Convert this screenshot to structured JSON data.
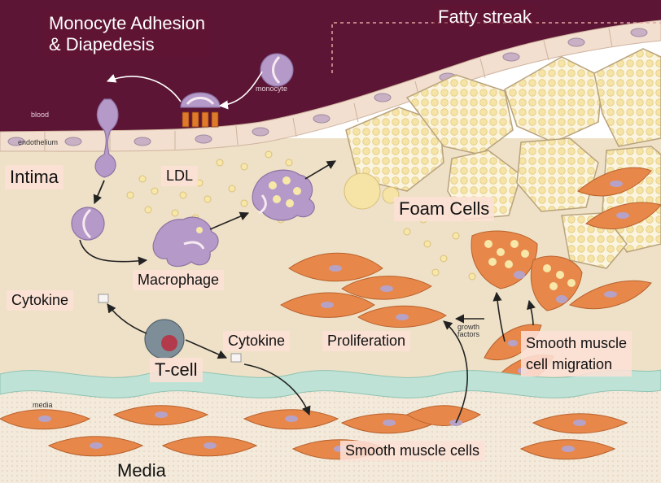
{
  "labels": {
    "monocyte_adhesion_line1": "Monocyte Adhesion",
    "monocyte_adhesion_line2": "& Diapedesis",
    "fatty_streak": "Fatty streak",
    "monocyte": "monocyte",
    "blood": "blood",
    "endothelium": "endothelium",
    "intima": "Intima",
    "ldl": "LDL",
    "foam_cells": "Foam Cells",
    "macrophage": "Macrophage",
    "cytokine_left": "Cytokine",
    "cytokine_right": "Cytokine",
    "t_cell": "T-cell",
    "proliferation": "Proliferation",
    "growth_factors_line1": "growth",
    "growth_factors_line2": "factors",
    "smc_migration_line1": "Smooth muscle",
    "smc_migration_line2": "cell migration",
    "media_small": "media",
    "smooth_muscle_cells": "Smooth muscle cells",
    "media": "Media"
  },
  "colors": {
    "blood": "#5c1535",
    "intima": "#efe1c7",
    "endothelium": "#f1dfcf",
    "smooth_muscle": "#e8874a",
    "monocyte": "#b59ac9",
    "foam_lipid": "#f7e7a8",
    "t_cell": "#7a8a95",
    "media_band": "#bfe2d6"
  }
}
